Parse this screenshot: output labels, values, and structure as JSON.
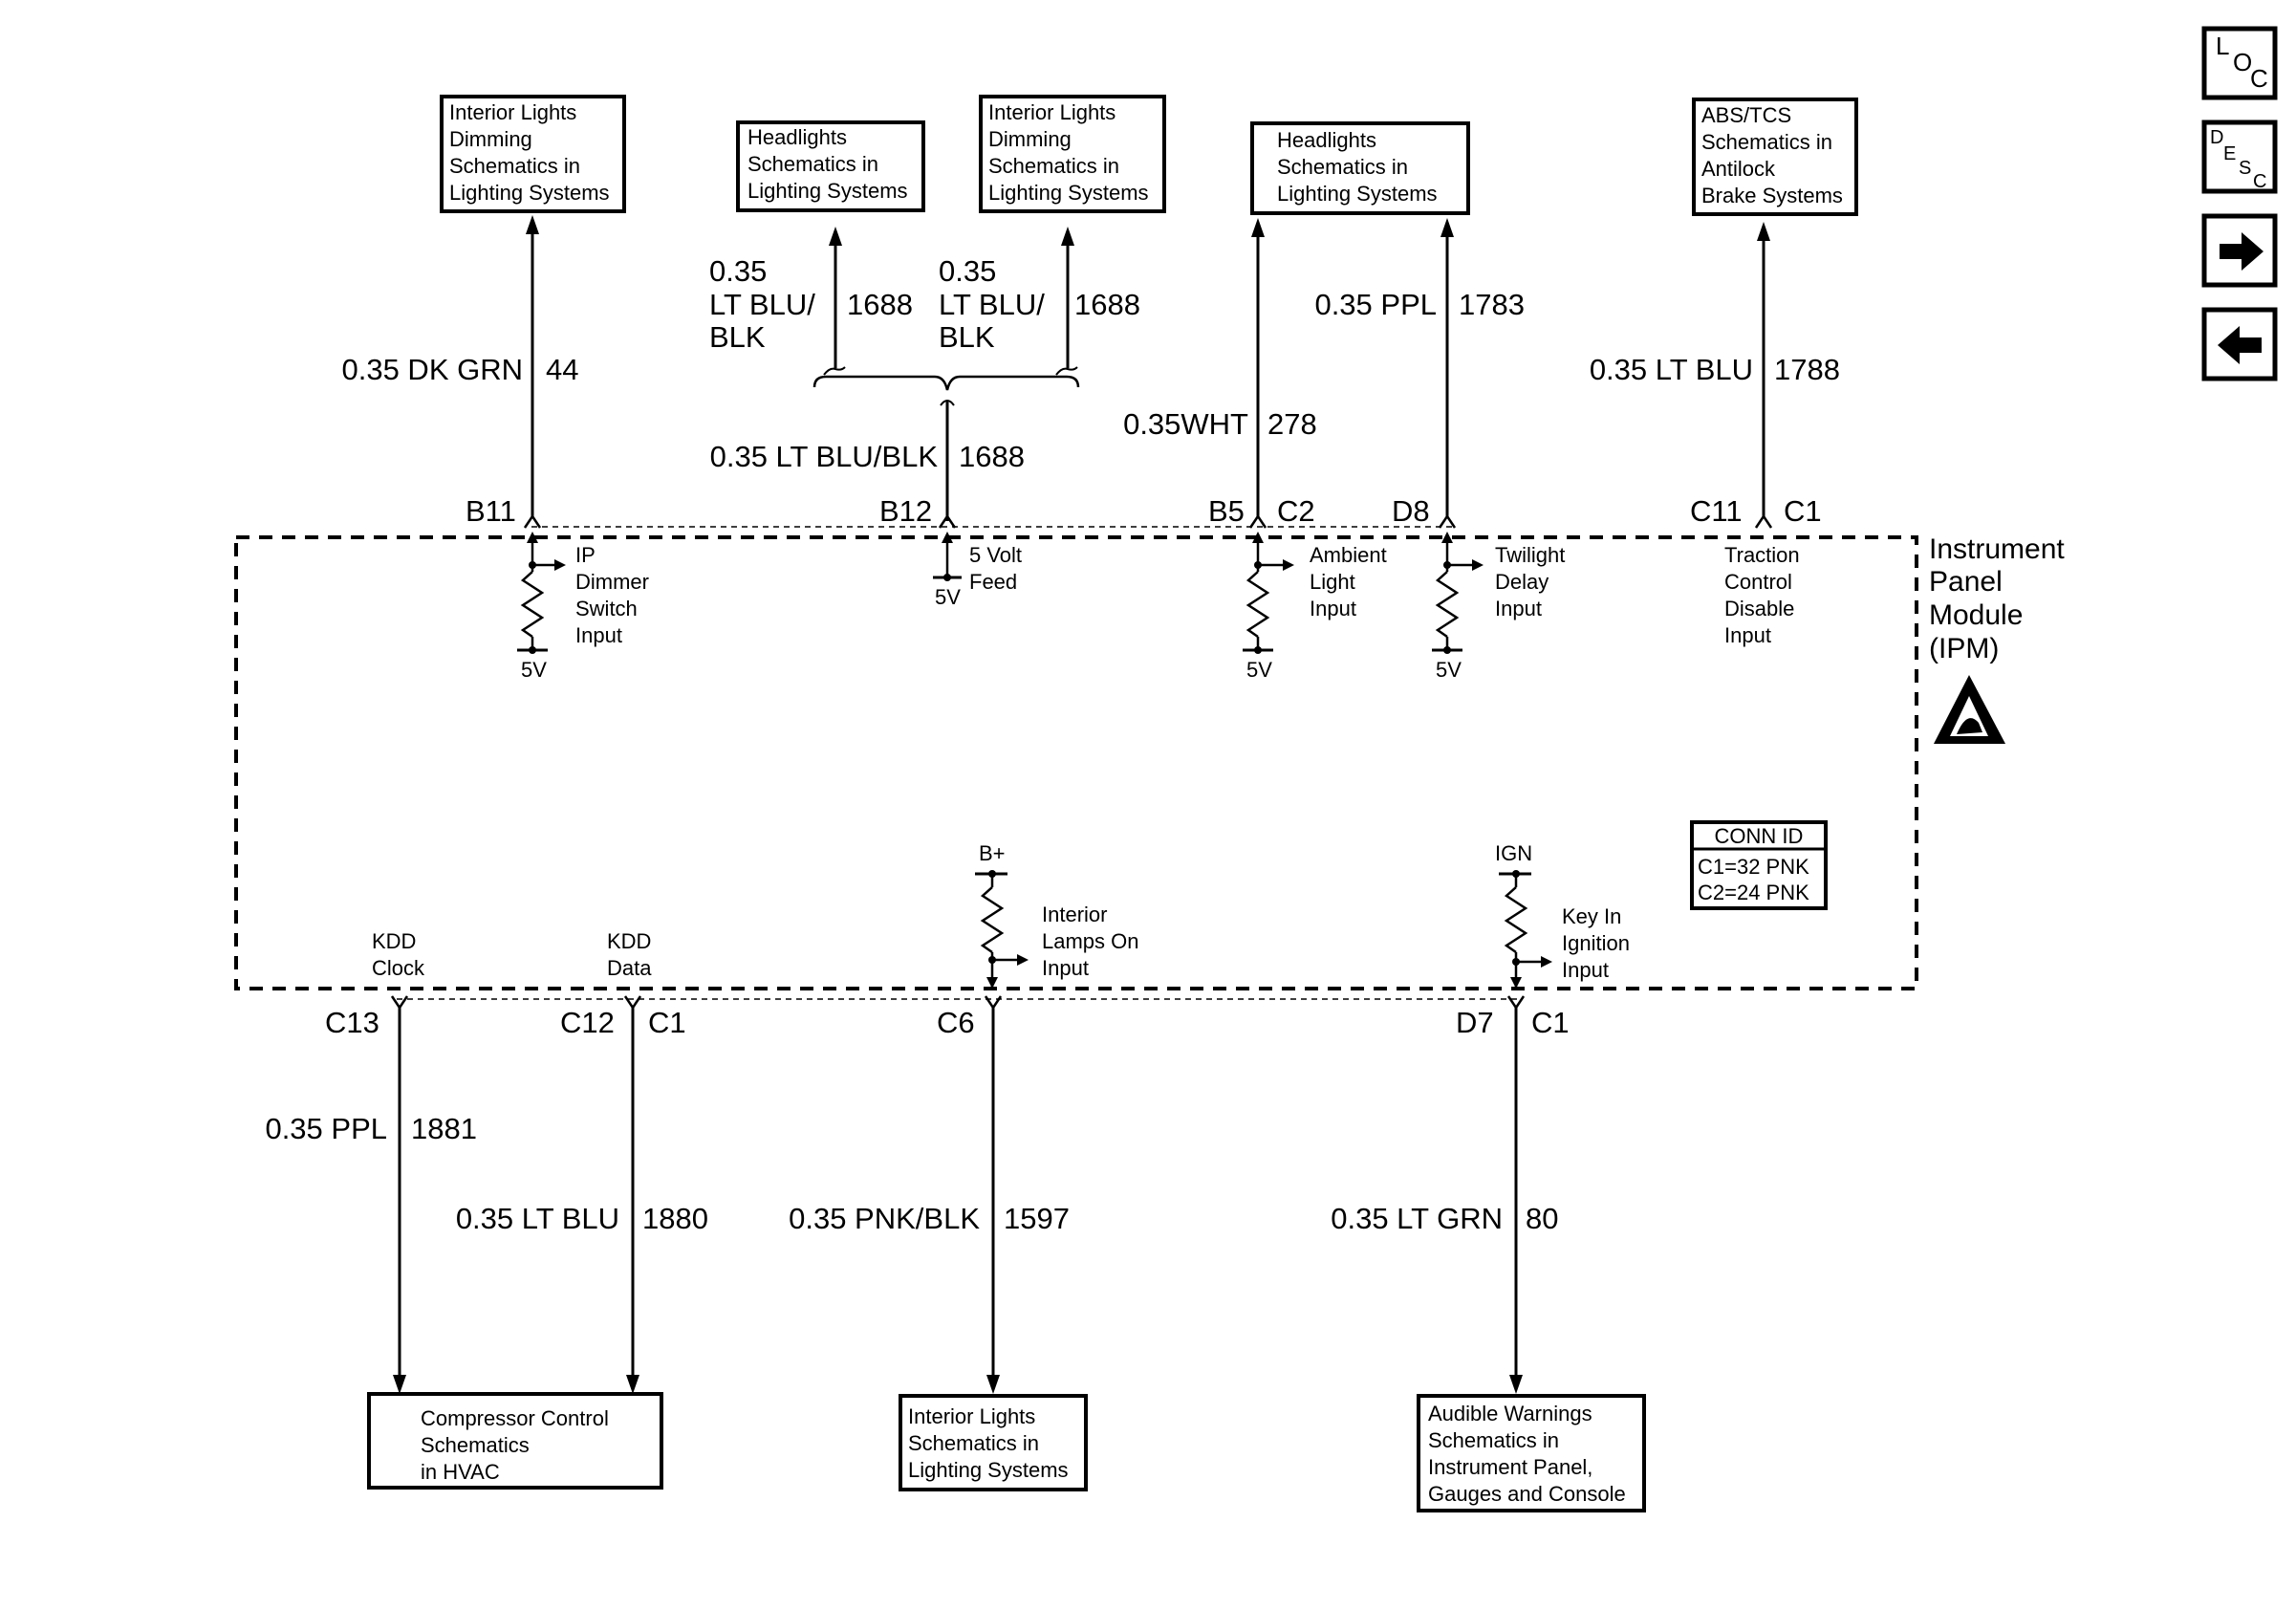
{
  "module": {
    "title_lines": [
      "Instrument",
      "Panel",
      "Module",
      "(IPM)"
    ],
    "esd_icon": "esd-warning-icon"
  },
  "conn_id": {
    "title": "CONN ID",
    "lines": [
      "C1=32 PNK",
      "C2=24 PNK"
    ]
  },
  "nav": {
    "loc": {
      "l": "L",
      "o": "O",
      "c": "C"
    },
    "desc": {
      "d": "D",
      "e": "E",
      "s": "S",
      "c": "C"
    },
    "next_icon": "arrow-right-icon",
    "prev_icon": "arrow-left-icon"
  },
  "top_boxes": [
    {
      "lines": [
        "Interior Lights",
        "Dimming",
        "Schematics in",
        "Lighting Systems"
      ]
    },
    {
      "lines": [
        "Headlights",
        "Schematics in",
        "Lighting Systems"
      ]
    },
    {
      "lines": [
        "Interior Lights",
        "Dimming",
        "Schematics in",
        "Lighting Systems"
      ]
    },
    {
      "lines": [
        "Headlights",
        "Schematics in",
        "Lighting Systems"
      ]
    },
    {
      "lines": [
        "ABS/TCS",
        "Schematics in",
        "Antilock",
        "Brake Systems"
      ]
    }
  ],
  "bottom_boxes": [
    {
      "lines": [
        "Compressor Control",
        "Schematics",
        "in HVAC"
      ]
    },
    {
      "lines": [
        "Interior Lights",
        "Schematics in",
        "Lighting Systems"
      ]
    },
    {
      "lines": [
        "Audible Warnings",
        "Schematics in",
        "Instrument Panel,",
        "Gauges and Console"
      ]
    }
  ],
  "top_wires": {
    "w44": {
      "size_color": "0.35 DK GRN",
      "circuit": "44"
    },
    "w1688_left": {
      "l1": "0.35",
      "l2": "LT BLU/",
      "l3": "BLK",
      "circuit": "1688"
    },
    "w1688_right": {
      "l1": "0.35",
      "l2": "LT BLU/",
      "l3": "BLK",
      "circuit": "1688"
    },
    "w1688_main": {
      "size_color": "0.35 LT BLU/BLK",
      "circuit": "1688"
    },
    "w278": {
      "size_color": "0.35WHT",
      "circuit": "278"
    },
    "w1783": {
      "size_color": "0.35 PPL",
      "circuit": "1783"
    },
    "w1788": {
      "size_color": "0.35 LT BLU",
      "circuit": "1788"
    }
  },
  "bottom_wires": {
    "w1881": {
      "size_color": "0.35 PPL",
      "circuit": "1881"
    },
    "w1880": {
      "size_color": "0.35 LT BLU",
      "circuit": "1880"
    },
    "w1597": {
      "size_color": "0.35 PNK/BLK",
      "circuit": "1597"
    },
    "w80": {
      "size_color": "0.35 LT GRN",
      "circuit": "80"
    }
  },
  "pins": {
    "b11": "B11",
    "b12": "B12",
    "b5": "B5",
    "c2_top": "C2",
    "d8": "D8",
    "c11": "C11",
    "c1_top": "C1",
    "c13": "C13",
    "c12": "C12",
    "c1_bot_a": "C1",
    "c6": "C6",
    "d7": "D7",
    "c1_bot_b": "C1"
  },
  "internal": {
    "ip_dimmer": [
      "IP",
      "Dimmer",
      "Switch",
      "Input"
    ],
    "five_volt_feed": [
      "5 Volt",
      "Feed"
    ],
    "ambient": [
      "Ambient",
      "Light",
      "Input"
    ],
    "twilight": [
      "Twilight",
      "Delay",
      "Input"
    ],
    "traction": [
      "Traction",
      "Control",
      "Disable",
      "Input"
    ],
    "kdd_clock": [
      "KDD",
      "Clock"
    ],
    "kdd_data": [
      "KDD",
      "Data"
    ],
    "interior_lamps": [
      "Interior",
      "Lamps On",
      "Input"
    ],
    "key_in": [
      "Key In",
      "Ignition",
      "Input"
    ],
    "five_v": "5V",
    "b_plus": "B+",
    "ign": "IGN"
  }
}
